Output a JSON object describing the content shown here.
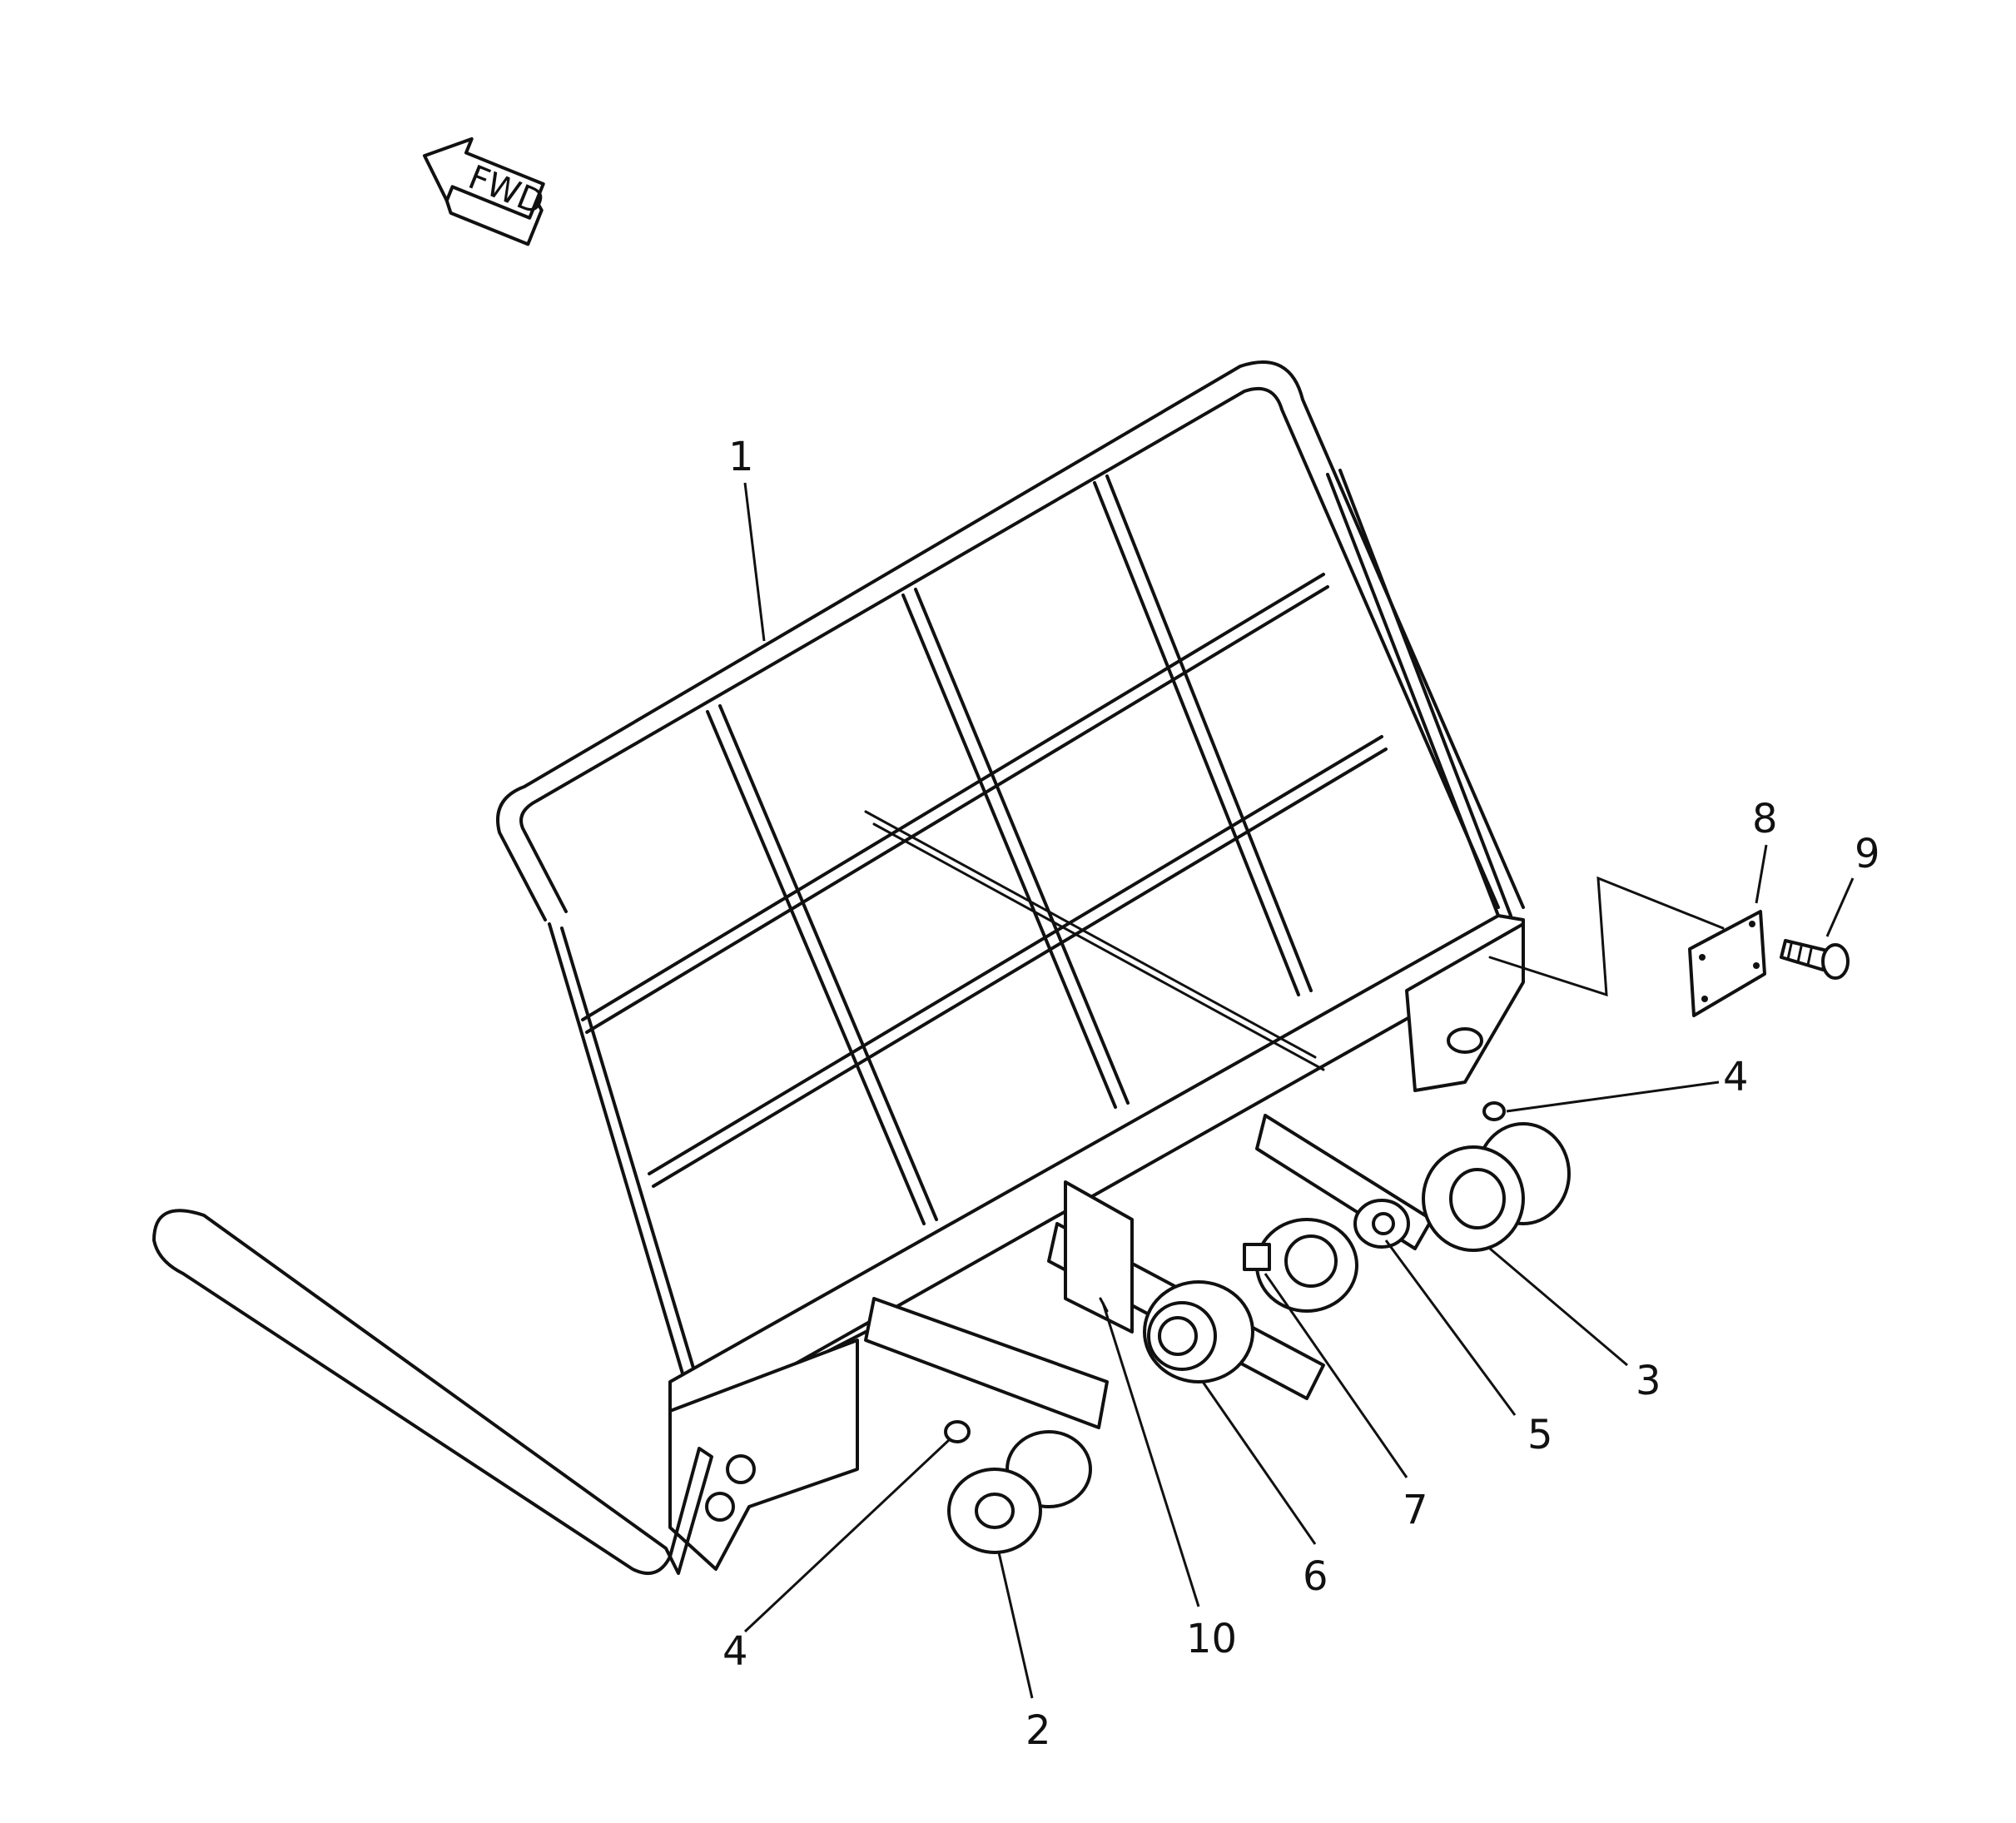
{
  "direction_arrow": {
    "label": "FWD"
  },
  "callouts": [
    {
      "id": "1",
      "label": "1"
    },
    {
      "id": "2",
      "label": "2"
    },
    {
      "id": "3",
      "label": "3"
    },
    {
      "id": "4a",
      "label": "4"
    },
    {
      "id": "4b",
      "label": "4"
    },
    {
      "id": "5",
      "label": "5"
    },
    {
      "id": "6",
      "label": "6"
    },
    {
      "id": "7",
      "label": "7"
    },
    {
      "id": "8",
      "label": "8"
    },
    {
      "id": "9",
      "label": "9"
    },
    {
      "id": "10",
      "label": "10"
    }
  ],
  "colors": {
    "ink": "#111111",
    "paper": "#ffffff"
  }
}
